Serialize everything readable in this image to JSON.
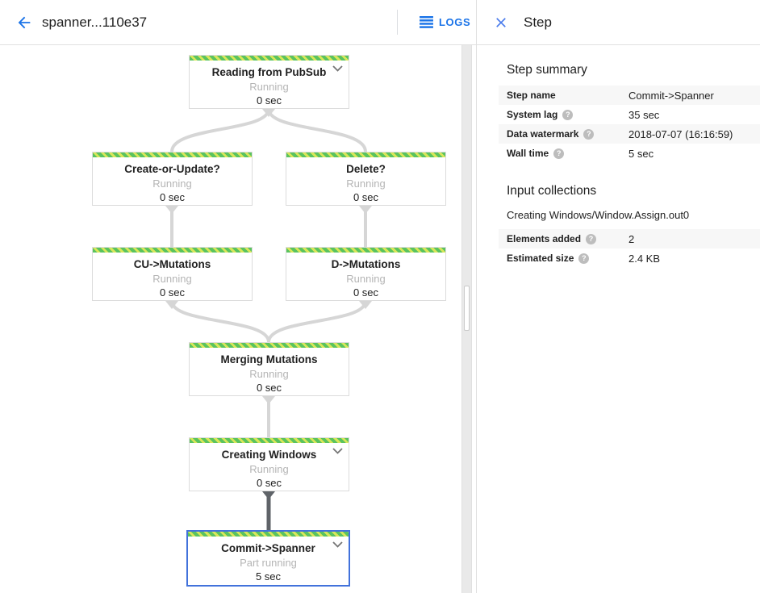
{
  "header": {
    "title": "spanner...110e37",
    "logs_label": "LOGS"
  },
  "panel": {
    "title": "Step",
    "step_summary": {
      "heading": "Step summary",
      "rows": [
        {
          "label": "Step name",
          "value": "Commit->Spanner"
        },
        {
          "label": "System lag",
          "value": "35 sec"
        },
        {
          "label": "Data watermark",
          "value": "2018-07-07 (16:16:59)"
        },
        {
          "label": "Wall time",
          "value": "5 sec"
        }
      ]
    },
    "input_collections": {
      "heading": "Input collections",
      "collection_name": "Creating Windows/Window.Assign.out0",
      "rows": [
        {
          "label": "Elements added",
          "value": "2"
        },
        {
          "label": "Estimated size",
          "value": "2.4 KB"
        }
      ]
    }
  },
  "graph": {
    "nodes": [
      {
        "title": "Reading from PubSub",
        "status": "Running",
        "time": "0 sec",
        "expandable": true,
        "selected": false
      },
      {
        "title": "Create-or-Update?",
        "status": "Running",
        "time": "0 sec",
        "expandable": false,
        "selected": false
      },
      {
        "title": "Delete?",
        "status": "Running",
        "time": "0 sec",
        "expandable": false,
        "selected": false
      },
      {
        "title": "CU->Mutations",
        "status": "Running",
        "time": "0 sec",
        "expandable": false,
        "selected": false
      },
      {
        "title": "D->Mutations",
        "status": "Running",
        "time": "0 sec",
        "expandable": false,
        "selected": false
      },
      {
        "title": "Merging Mutations",
        "status": "Running",
        "time": "0 sec",
        "expandable": false,
        "selected": false
      },
      {
        "title": "Creating Windows",
        "status": "Running",
        "time": "0 sec",
        "expandable": true,
        "selected": false
      },
      {
        "title": "Commit->Spanner",
        "status": "Part running",
        "time": "5 sec",
        "expandable": true,
        "selected": true
      }
    ]
  },
  "icons": {
    "back": "arrow-left",
    "logs": "list-lines",
    "close": "x",
    "chevron": "chevron-down",
    "help_glyph": "?"
  },
  "colors": {
    "accent_blue": "#1a73e8",
    "close_blue": "#4a7bec",
    "selected_border": "#4272db",
    "stripe_green": "#5ac35f",
    "stripe_lime": "#d8e65a",
    "edge_gray": "#d6d6d6",
    "edge_dark": "#5f6368",
    "status_gray": "#b5b5b5",
    "row_alt_bg": "#f7f7f7"
  }
}
